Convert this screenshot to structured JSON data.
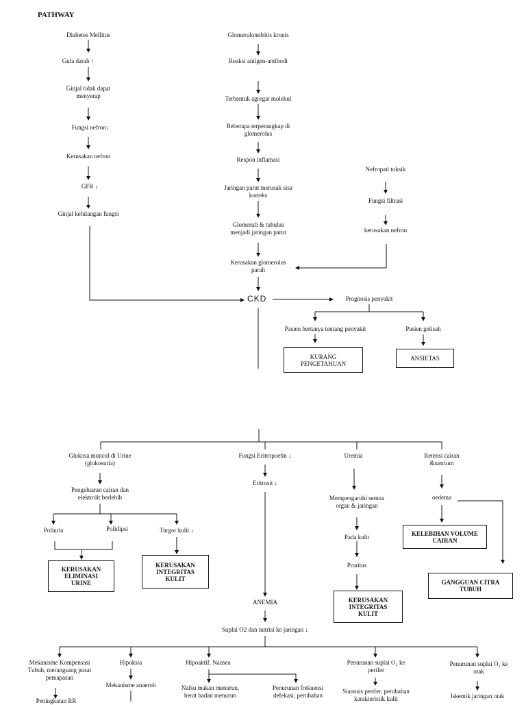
{
  "title": "PATHWAY",
  "col1": {
    "n1": "Diabetes Mellitus",
    "n2": "Gula darah",
    "n3": "Ginjal tidak dapat\nmenyerap",
    "n4": "Fungsi nefron",
    "n5": "Kerusakan nefron",
    "n6": "GFR",
    "n7": "Ginjal kelulangan fungsi"
  },
  "col2": {
    "n1": "Glomerulonefritis kronis",
    "n2": "Reaksi antigen-antibodi",
    "n3": "Terbentuk agregat molekul",
    "n4": "Beberapa terperangkap di\nglomerolus",
    "n5": "Respon inflamasi",
    "n6": "Jaringan parut merusak sisa\nkorteks",
    "n7": "Glomeruli & tubulus\nmenjadi jaringan parut",
    "n8": "Kerusakan glomerolus\nparah"
  },
  "col3": {
    "n1": "Nefropati toksik",
    "n2": "Fungsi filtrasi",
    "n3": "kerusakan nefron"
  },
  "ckd": "CKD",
  "prognosis": {
    "label": "Prognosis penyakit",
    "left": "Pasien bertanya tentang penyakit",
    "right": "Pasien gelisah",
    "box_left": "KURANG\nPENGETAHUAN",
    "box_right": "ANSIETAS"
  },
  "lower": {
    "glukosa": "Glukosa muncul di Urine\n(glukosuria)",
    "pengeluaran": "Pengeluaran cairan dan\nelektrolit berlebih",
    "poliuria": "Poliuria",
    "polidipsi": "Polidipsi",
    "turgor": "Turgor kulit",
    "box_eliminasi": "KERUSAKAN\nELIMINASI\nURINE",
    "box_integritas1": "KERUSAKAN\nINTEGRITAS\nKULIT",
    "eritropoetin": "Fungsi Eritropoetin",
    "eritrosit": "Eritrosit",
    "uremia": "Uremia",
    "mempengaruhi": "Mempengaruhi semua\norgan & jaringan",
    "pada_kulit": "Pada kulit",
    "pruritus": "Pruritus",
    "box_integritas2": "KERUSAKAN\nINTEGRITAS\nKULIT",
    "retensi": "Retensi cairan\n&natrium",
    "oedema": "oedema",
    "box_volume": "KELEBIHAN VOLUME\nCAIRAN",
    "box_citra": "GANGGUAN CITRA\nTUBUH",
    "anemia": "ANEMIA",
    "suplai": "Suplai O2 dan nutrisi ke jaringan",
    "mekanisme": "Mekanisme Kompensasi\nTubuh, merangsang pusat\npemapasan",
    "peningkatan": "Peningkatan RR",
    "hipoksia": "Hipoksia",
    "anaerob": "Mekanisme anaerob",
    "hipoaktif": "Hipoaktif. Nausea",
    "nafsu": "Nafsu makan menurun,\nberat badan menurun",
    "frekuensi": "Penurunan frekuensi\ndefekasi, perubahan",
    "perifer": "Penurunan suplai O₂ ke\nperifer",
    "sianosis": "Sianosis perifer, perubahan\nkarakteristik kulit",
    "otak": "Penurunan suplai O₂ ke\notak",
    "iskemik": "Iskemik jaringan otak"
  },
  "arrows": {
    "up": "↑",
    "down": "↓",
    "down_bold": "🡻"
  }
}
